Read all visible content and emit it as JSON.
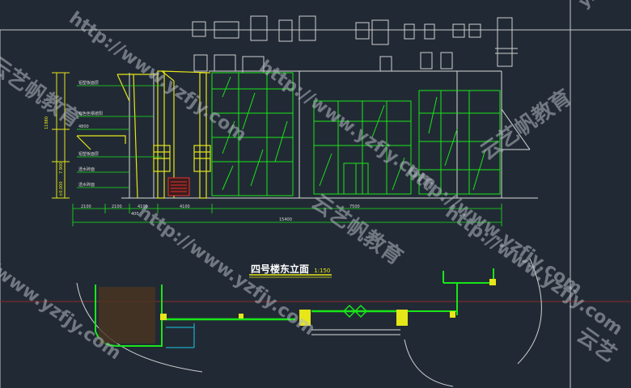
{
  "drawing": {
    "title": "四号楼东立面",
    "scale": "1:150"
  },
  "annotations": [
    "铝塑板面层",
    "双色色钢遮阳",
    "铝塑板面层",
    "透水砖面",
    "透水砖面"
  ],
  "dimensions": {
    "row1": [
      "2100",
      "2100",
      "4100",
      "4100",
      "7500"
    ],
    "total": "15400",
    "left_levels": [
      "11980",
      "4800",
      "7.900",
      "±0.000"
    ],
    "small_left": "400"
  },
  "watermarks": {
    "url": "http://www.yzfjy.com",
    "brand": "云艺帆教育",
    "partial_brand": "云艺",
    "corner": "yzfjy.c"
  },
  "colors": {
    "background": "#212a34",
    "cad_green": "#19e619",
    "cad_yellow": "#e6e619",
    "cad_white": "#d9d9d9",
    "cad_cyan": "#19c8e6",
    "watermark": "#b4b9c3"
  }
}
